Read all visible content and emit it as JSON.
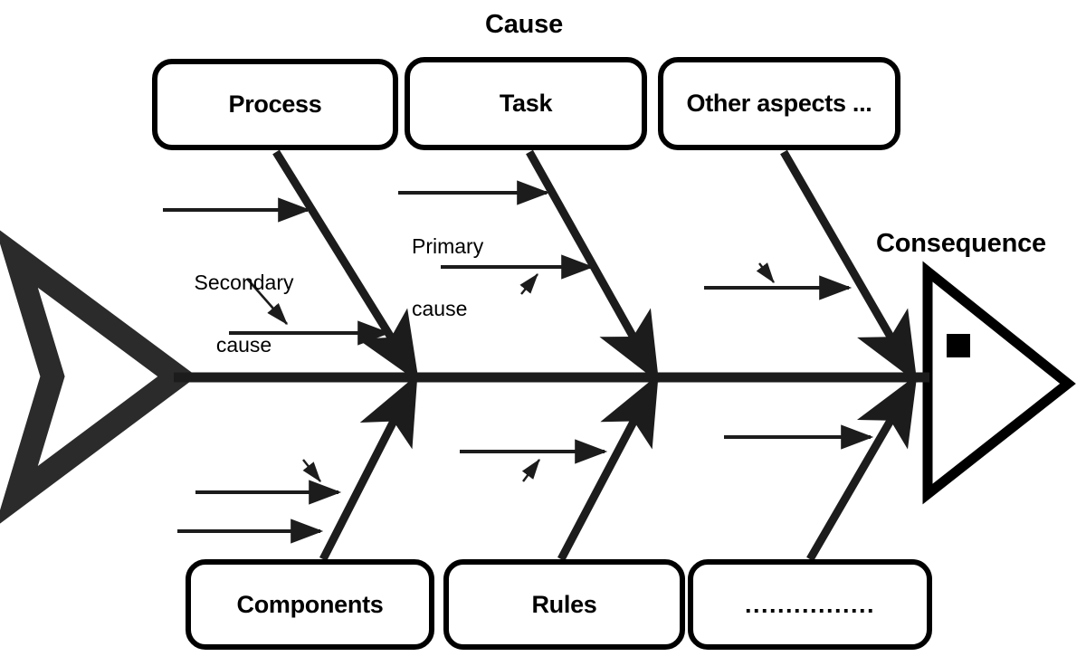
{
  "diagram": {
    "type": "fishbone-ishikawa",
    "title_top": "Cause",
    "title_right": "Consequence"
  },
  "top_boxes": [
    {
      "label": "Process"
    },
    {
      "label": "Task"
    },
    {
      "label": "Other aspects  ..."
    }
  ],
  "bottom_boxes": [
    {
      "label": "Components"
    },
    {
      "label": "Rules"
    },
    {
      "label": "................"
    }
  ],
  "annotations": {
    "secondary_cause_line1": "Secondary",
    "secondary_cause_line2": "cause",
    "primary_cause_line1": "Primary",
    "primary_cause_line2": "cause"
  },
  "colors": {
    "stroke": "#1c1c1c",
    "ink": "#000000",
    "background": "#ffffff"
  }
}
